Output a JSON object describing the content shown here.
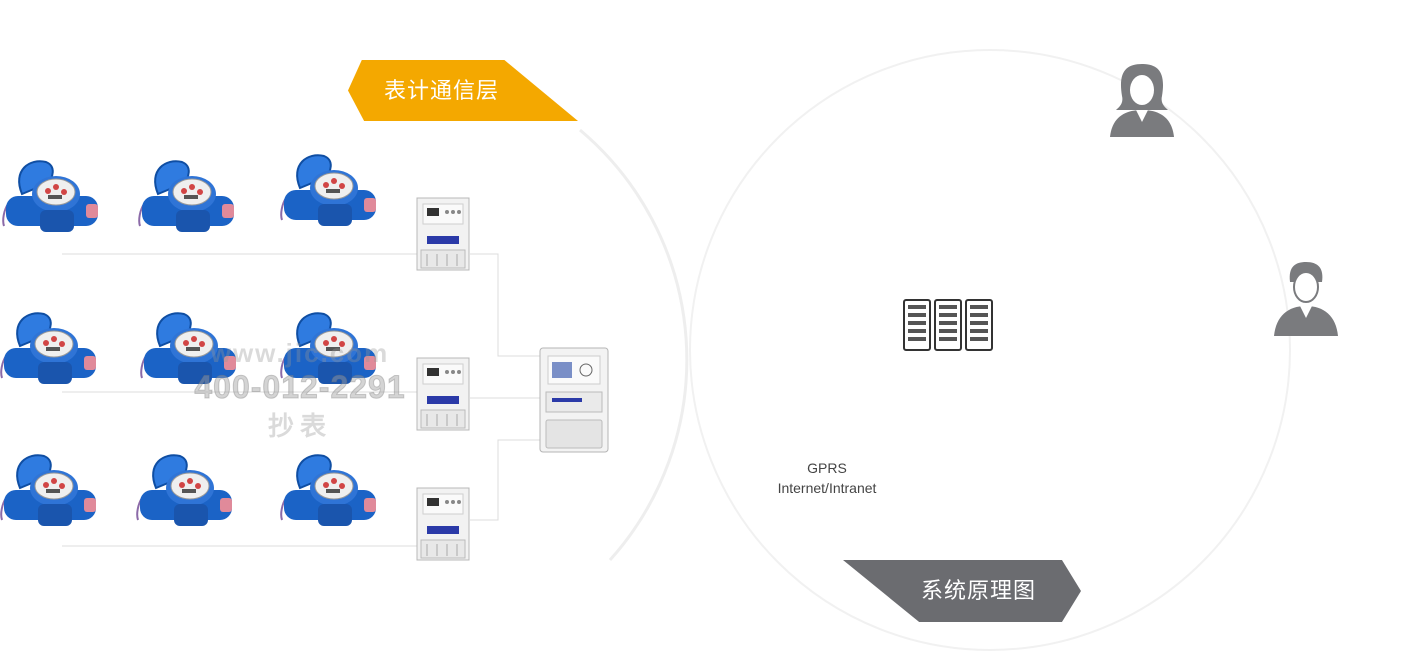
{
  "labels": {
    "meter_layer": "表计通信层",
    "system_diagram": "系统原理图",
    "gprs": "GPRS",
    "network": "Internet/Intranet"
  },
  "watermark": {
    "phone": "400-012-2291"
  },
  "colors": {
    "accent_orange": "#f4a800",
    "accent_gray": "#6b6c70",
    "meter_blue": "#1b63c6",
    "line_gray": "#dcdcdc",
    "person_gray": "#7a7b7e"
  },
  "icons": {
    "water_meter": "water-meter-icon",
    "concentrator": "data-concentrator-icon",
    "collector": "electric-collector-icon",
    "server": "server-rack-icon",
    "user": "user-icon"
  }
}
